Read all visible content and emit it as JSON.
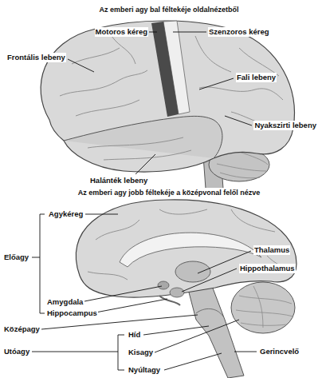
{
  "diagram": {
    "labels": [
      "Az emberi agy bal féltekéje oldalnézetből",
      "Motoros kéreg",
      "Szenzoros kéreg",
      "Frontális lebeny",
      "Fali lebeny",
      "Nyakszirti lebeny",
      "Halánték lebeny",
      "Az emberi agy jobb féltekéje a középvonal felől nézve",
      "Agykéreg",
      "Thalamus",
      "Hippothalamus",
      "Előagy",
      "Amygdala",
      "Hippocampus",
      "Középagy",
      "Híd",
      "Utóagy",
      "Kisagy",
      "Nyúltagy",
      "Gerincvelő"
    ]
  }
}
